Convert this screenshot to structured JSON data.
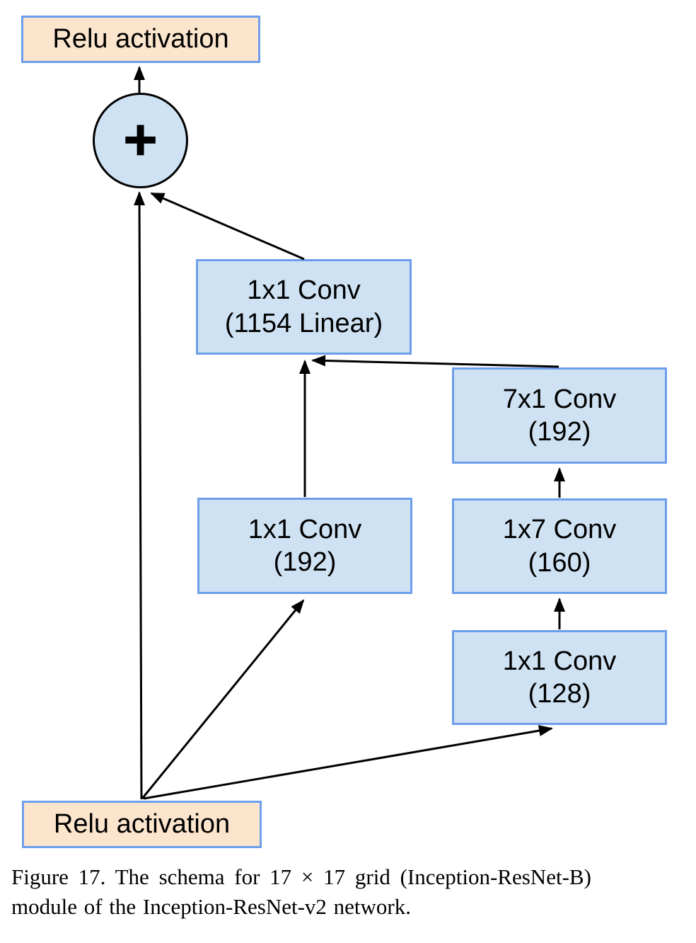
{
  "figure": {
    "colors": {
      "relu_fill": "#fce5cd",
      "conv_fill": "#cfe2f3",
      "box_border": "#6d9eeb",
      "line": "#000000"
    },
    "nodes": {
      "relu_top": {
        "label": "Relu activation"
      },
      "sum": {
        "symbol": "+"
      },
      "conv_1154": {
        "line1": "1x1 Conv",
        "line2": "(1154 Linear)"
      },
      "conv_7x1_192": {
        "line1": "7x1 Conv",
        "line2": "(192)"
      },
      "conv_1x1_192": {
        "line1": "1x1 Conv",
        "line2": "(192)"
      },
      "conv_1x7_160": {
        "line1": "1x7 Conv",
        "line2": "(160)"
      },
      "conv_1x1_128": {
        "line1": "1x1 Conv",
        "line2": "(128)"
      },
      "relu_bottom": {
        "label": "Relu activation"
      }
    },
    "edges": [
      {
        "from": "sum",
        "to": "relu_top"
      },
      {
        "from": "relu_bottom",
        "to": "sum"
      },
      {
        "from": "conv_1154",
        "to": "sum"
      },
      {
        "from": "conv_1x1_192",
        "to": "conv_1154"
      },
      {
        "from": "conv_7x1_192",
        "to": "conv_1154"
      },
      {
        "from": "conv_1x7_160",
        "to": "conv_7x1_192"
      },
      {
        "from": "conv_1x1_128",
        "to": "conv_1x7_160"
      },
      {
        "from": "relu_bottom",
        "to": "conv_1x1_192"
      },
      {
        "from": "relu_bottom",
        "to": "conv_1x1_128"
      }
    ],
    "caption": {
      "line1": "Figure 17. The schema for 17 × 17 grid (Inception-ResNet-B)",
      "line2": "module of the Inception-ResNet-v2 network."
    }
  }
}
